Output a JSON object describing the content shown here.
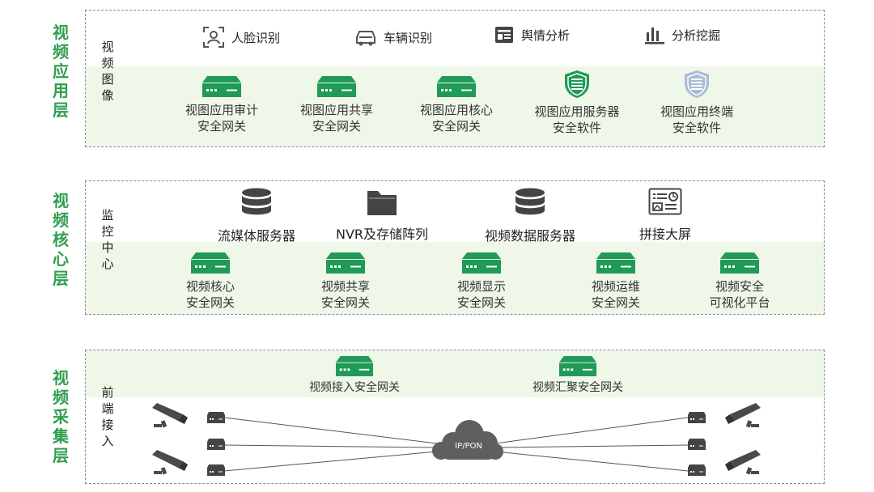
{
  "layers": {
    "app": "视频应用层",
    "core": "视频核心层",
    "collect": "视频采集层"
  },
  "app_section": {
    "sub_title": "视频图像",
    "apps": [
      {
        "label": "人脸识别",
        "icon": "face-recognition-icon"
      },
      {
        "label": "车辆识别",
        "icon": "car-icon"
      },
      {
        "label": "舆情分析",
        "icon": "news-icon"
      },
      {
        "label": "分析挖掘",
        "icon": "bar-chart-icon"
      }
    ],
    "devices": [
      {
        "label": "视图应用审计\n安全网关",
        "icon": "gateway-icon"
      },
      {
        "label": "视图应用共享\n安全网关",
        "icon": "gateway-icon"
      },
      {
        "label": "视图应用核心\n安全网关",
        "icon": "gateway-icon"
      },
      {
        "label": "视图应用服务器\n安全软件",
        "icon": "shield-icon"
      },
      {
        "label": "视图应用终端\n安全软件",
        "icon": "shield-icon"
      }
    ]
  },
  "core_section": {
    "sub_title": "监控中心",
    "items": [
      {
        "label": "流媒体服务器",
        "icon": "database-icon"
      },
      {
        "label": "NVR及存储阵列",
        "icon": "folder-icon"
      },
      {
        "label": "视频数据服务器",
        "icon": "database-icon"
      },
      {
        "label": "拼接大屏",
        "icon": "dashboard-icon"
      }
    ],
    "devices": [
      {
        "label": "视频核心\n安全网关"
      },
      {
        "label": "视频共享\n安全网关"
      },
      {
        "label": "视频显示\n安全网关"
      },
      {
        "label": "视频运维\n安全网关"
      },
      {
        "label": "视频安全\n可视化平台"
      }
    ]
  },
  "collect_section": {
    "sub_title": "前端接入",
    "gateways": [
      {
        "label": "视频接入安全网关"
      },
      {
        "label": "视频汇聚安全网关"
      }
    ],
    "cloud_label": "IP/PON"
  },
  "colors": {
    "green": "#2f9e4f",
    "gateway": "#1f9a57",
    "band": "#eef7e8",
    "gray_icon": "#555555"
  }
}
